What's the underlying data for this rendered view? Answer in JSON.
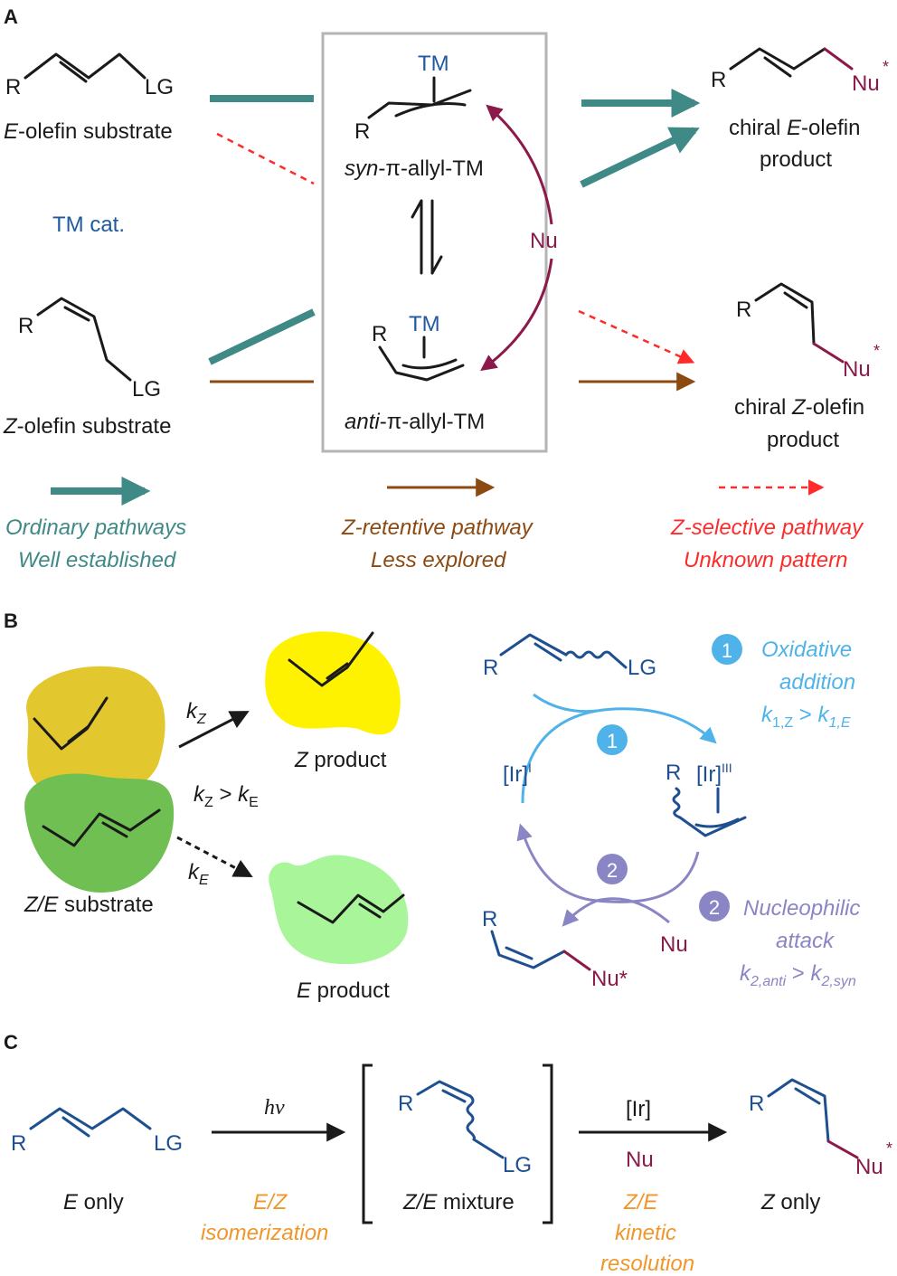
{
  "colors": {
    "black": "#1a1a1a",
    "teal": "#3f8a86",
    "brown": "#8b4a12",
    "red": "#ff2b2b",
    "blue_dark": "#1d4f91",
    "blue_text": "#1f5aa0",
    "maroon": "#8b1a4a",
    "light_blue": "#4fb3ea",
    "purple": "#8a85c4",
    "orange": "#f0962b",
    "yellow": "#fff200",
    "mustard": "#e3c72e",
    "green": "#6fbf52",
    "light_green": "#a9f59a",
    "box_border": "#b5b5b5"
  },
  "panelA": {
    "panel_label": "A",
    "e_substrate": {
      "r": "R",
      "lg": "LG",
      "caption": "-olefin substrate",
      "caption_italic": "E"
    },
    "tm_cat": "TM cat.",
    "z_substrate": {
      "r": "R",
      "lg": "LG",
      "caption": "-olefin substrate",
      "caption_italic": "Z"
    },
    "syn_complex": {
      "tm": "TM",
      "r": "R",
      "name_italic": "syn",
      "name_rest": "-π-allyl-TM"
    },
    "anti_complex": {
      "tm": "TM",
      "r": "R",
      "name_italic": "anti",
      "name_rest": "-π-allyl-TM"
    },
    "nu": "Nu",
    "e_product": {
      "r": "R",
      "nu": "Nu",
      "star": "*",
      "line1_pre": "chiral ",
      "line1_italic": "E",
      "line1_post": "-olefin",
      "line2": "product"
    },
    "z_product": {
      "r": "R",
      "nu": "Nu",
      "star": "*",
      "line1_pre": "chiral ",
      "line1_italic": "Z",
      "line1_post": "-olefin",
      "line2": "product"
    },
    "legend": [
      {
        "line1": "Ordinary pathways",
        "line2": "Well established",
        "style": "solid-thick",
        "color": "#3f8a86"
      },
      {
        "line1": "Z-retentive pathway",
        "line2": "Less explored",
        "style": "solid-thin",
        "color": "#8b4a12"
      },
      {
        "line1": "Z-selective pathway",
        "line2": "Unknown pattern",
        "style": "dashed",
        "color": "#ff2b2b"
      }
    ]
  },
  "panelB": {
    "panel_label": "B",
    "kz": "k",
    "kz_sub": "Z",
    "kcompare": {
      "k1": "k",
      "s1": "Z",
      "op": " > ",
      "k2": "k",
      "s2": "E"
    },
    "ke": "k",
    "ke_sub": "E",
    "z_product_italic": "Z",
    "z_product_rest": " product",
    "e_product_italic": "E",
    "e_product_rest": " product",
    "substrate_italic": "Z/E",
    "substrate_rest": " substrate",
    "cycle": {
      "r_top": "R",
      "lg_top": "LG",
      "step1_num": "1",
      "step1_line1": "Oxidative",
      "step1_line2": "addition",
      "step1_rate": {
        "k": "k",
        "sub1": "1,Z",
        "op": " > ",
        "k2": "k",
        "sub2": "1,E"
      },
      "ir3": "[Ir]",
      "ir3_sup": "III",
      "r_right": "R",
      "ir1": "[Ir]",
      "ir1_sup": "I",
      "step2_num": "2",
      "step2_line1": "Nucleophilic",
      "step2_line2": "attack",
      "step2_rate": {
        "k": "k",
        "sub1": "2,anti",
        "op": " > ",
        "k2": "k",
        "sub2": "2,syn"
      },
      "nu": "Nu",
      "r_bottom": "R",
      "nu_prod": "Nu*"
    }
  },
  "panelC": {
    "panel_label": "C",
    "e_only": {
      "r": "R",
      "lg": "LG",
      "italic": "E",
      "rest": " only"
    },
    "hv": "hν",
    "iso_line1": "E/Z",
    "iso_line2": "isomerization",
    "mixture": {
      "r": "R",
      "lg": "LG",
      "italic": "Z/E",
      "rest": " mixture"
    },
    "reagent_top": "[Ir]",
    "reagent_bottom": "Nu",
    "kr_line1": "Z/E",
    "kr_line2": "kinetic",
    "kr_line3": "resolution",
    "z_only": {
      "r": "R",
      "nu": "Nu",
      "star": "*",
      "italic": "Z",
      "rest": " only"
    }
  }
}
